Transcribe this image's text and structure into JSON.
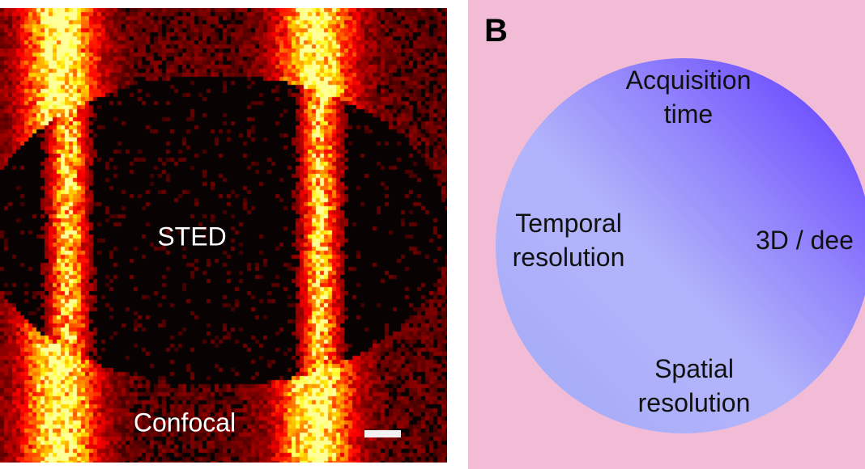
{
  "panel_a": {
    "inner_label": "STED",
    "outer_label": "Confocal",
    "scale_bar": "scale-bar"
  },
  "panel_b": {
    "panel_label": "B",
    "labels": {
      "top_line1": "Acquisition",
      "top_line2": "time",
      "left_line1": "Temporal",
      "left_line2": "resolution",
      "right": "3D / dee",
      "bottom_line1": "Spatial",
      "bottom_line2": "resolution"
    },
    "colors": {
      "background": "#f2bcd6",
      "circle_light": "#b2b4fb",
      "circle_dark": "#6a48ff"
    }
  }
}
